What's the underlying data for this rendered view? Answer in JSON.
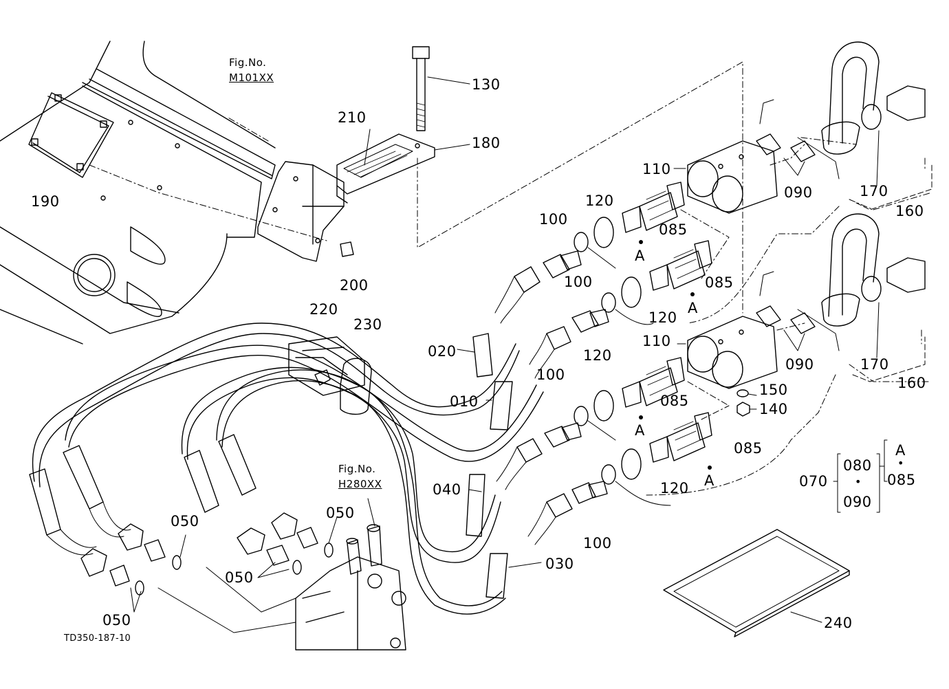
{
  "figure_refs": [
    {
      "title": "Fig.No.",
      "code": "M101XX"
    },
    {
      "title": "Fig.No.",
      "code": "H280XX"
    }
  ],
  "drawing_id": "TD350-187-10",
  "callouts": {
    "p130": "130",
    "p180": "180",
    "p210": "210",
    "p190": "190",
    "p200": "200",
    "p220": "220",
    "p230": "230",
    "p110a": "110",
    "p110b": "110",
    "p100a": "100",
    "p100b": "100",
    "p100c": "100",
    "p100d": "100",
    "p120a": "120",
    "p120b": "120",
    "p120c": "120",
    "p120d": "120",
    "p085a": "085",
    "p085b": "085",
    "p085c": "085",
    "p085d": "085",
    "p090a": "090",
    "p090b": "090",
    "p170a": "170",
    "p170b": "170",
    "p160a": "160",
    "p160b": "160",
    "p020": "020",
    "p010": "010",
    "p040": "040",
    "p030": "030",
    "p150": "150",
    "p140": "140",
    "p050a": "050",
    "p050b": "050",
    "p050c": "050",
    "p050d": "050",
    "p240": "240",
    "aa": "A",
    "ab": "A",
    "ac": "A",
    "ad": "A"
  },
  "legend": {
    "assembly": "070",
    "upper": "080",
    "lower": "090",
    "ref_letter": "A",
    "ref_part": "085",
    "dot": "•"
  }
}
